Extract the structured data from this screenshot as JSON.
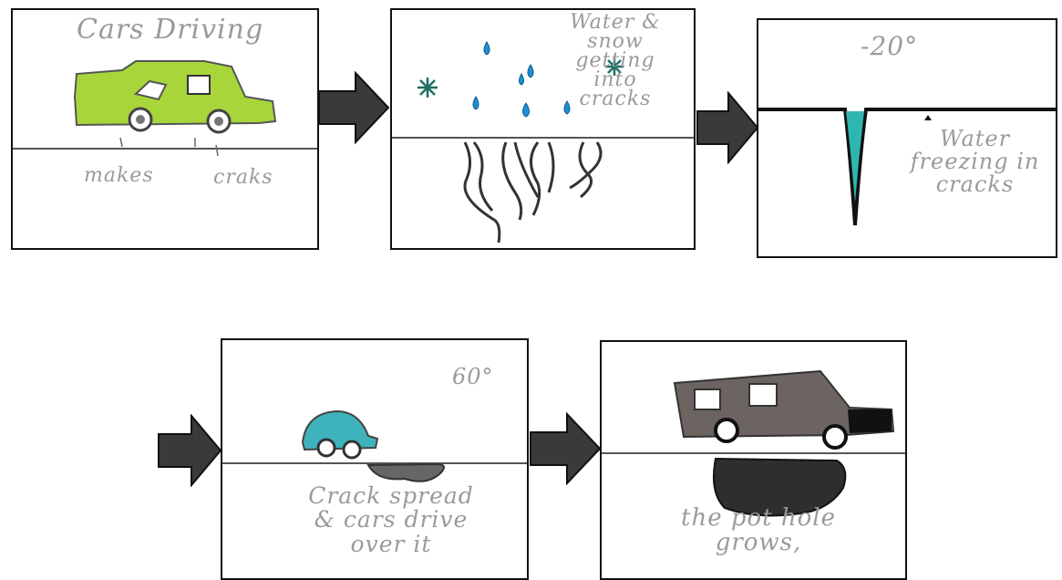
{
  "panels": [
    {
      "id": 1,
      "captions": [
        "Cars Driving",
        "makes",
        "craks"
      ]
    },
    {
      "id": 2,
      "captions": [
        "Water &\nsnow\ngetting\ninto\ncracks"
      ]
    },
    {
      "id": 3,
      "captions": [
        "-20°",
        "Water\nfreezing in\ncracks"
      ]
    },
    {
      "id": 4,
      "captions": [
        "60°",
        "Crack spread\n& cars drive\nover it"
      ]
    },
    {
      "id": 5,
      "captions": [
        "the pot hole\ngrows,"
      ]
    }
  ],
  "colors": {
    "outline": "#111111",
    "caption": "#9a9a9a",
    "arrow": "#3a3a3a",
    "car1": "#a8d63a",
    "water": "#1e8fd6",
    "ice": "#2fb6b0",
    "snow": "#1f6f63",
    "car2": "#3fb3bd",
    "car3": "#6b6460"
  },
  "icons": [
    "arrow-right-icon",
    "car-icon",
    "raindrop-icon",
    "snowflake-icon",
    "crack-icon",
    "pothole-icon"
  ]
}
